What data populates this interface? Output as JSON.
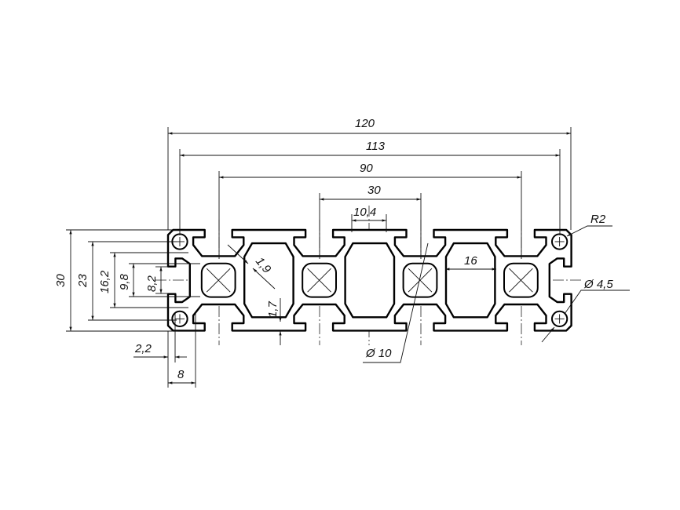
{
  "drawing": {
    "title": "Aluminium profile 30x120 cross-section",
    "dimensions": {
      "overall_width": "120",
      "hole_spacing": "113",
      "outer_slot_spacing": "90",
      "slot_pitch": "30",
      "center_gap": "10,4",
      "corner_radius": "R2",
      "hole_diameter": "Ø 4,5",
      "cavity_width": "16",
      "core_diameter": "Ø 10",
      "wall_diagonal": "1,9",
      "wall_thickness": "1,7",
      "overall_height": "30",
      "inner_height": "23",
      "slot_undercut": "16,2",
      "slot_inner": "9,8",
      "slot_opening": "8,2",
      "lip_thickness": "2,2",
      "slot_depth": "8"
    }
  }
}
